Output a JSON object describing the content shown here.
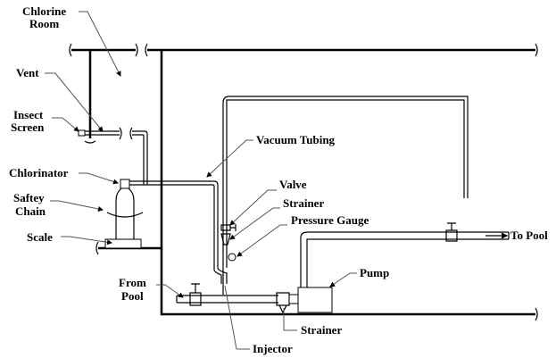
{
  "labels": {
    "chlorine_room": [
      "Chlorine",
      "Room"
    ],
    "vent": "Vent",
    "insect_screen": [
      "Insect",
      "Screen"
    ],
    "chlorinator": "Chlorinator",
    "safety_chain": [
      "Saftey",
      "Chain"
    ],
    "scale": "Scale",
    "vacuum_tubing": "Vacuum Tubing",
    "valve": "Valve",
    "strainer_top": "Strainer",
    "pressure_gauge": "Pressure Gauge",
    "to_pool": "To Pool",
    "pump": "Pump",
    "from_pool": [
      "From",
      "Pool"
    ],
    "strainer_bottom": "Strainer",
    "injector": "Injector"
  }
}
